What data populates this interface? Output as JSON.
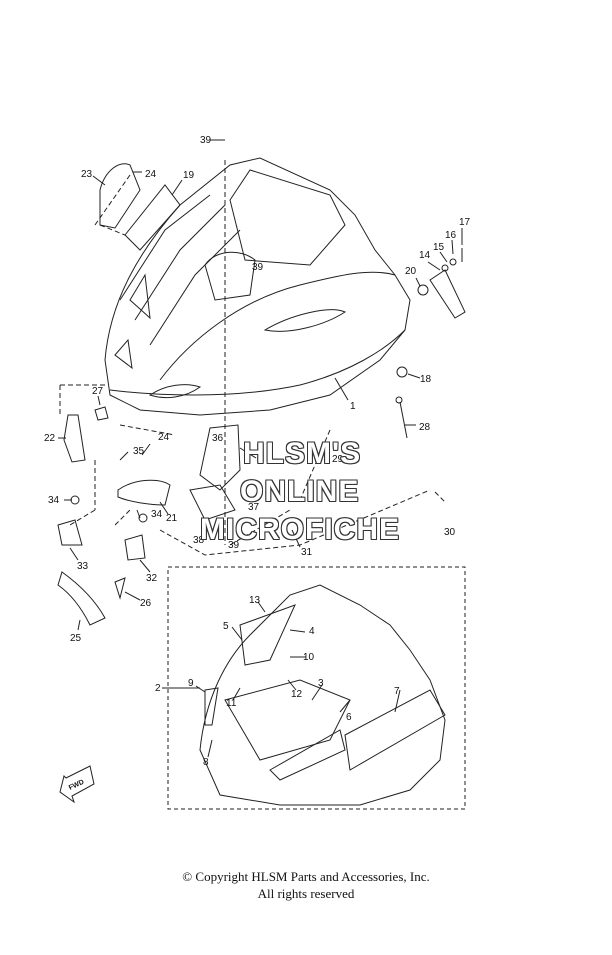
{
  "callouts": [
    {
      "id": "1",
      "text": "1"
    },
    {
      "id": "2",
      "text": "2"
    },
    {
      "id": "3",
      "text": "3"
    },
    {
      "id": "4",
      "text": "4"
    },
    {
      "id": "5",
      "text": "5"
    },
    {
      "id": "6",
      "text": "6"
    },
    {
      "id": "7",
      "text": "7"
    },
    {
      "id": "8",
      "text": "8"
    },
    {
      "id": "9",
      "text": "9"
    },
    {
      "id": "10",
      "text": "10"
    },
    {
      "id": "11",
      "text": "11"
    },
    {
      "id": "12",
      "text": "12"
    },
    {
      "id": "13",
      "text": "13"
    },
    {
      "id": "14",
      "text": "14"
    },
    {
      "id": "15",
      "text": "15"
    },
    {
      "id": "16",
      "text": "16"
    },
    {
      "id": "17",
      "text": "17"
    },
    {
      "id": "18",
      "text": "18"
    },
    {
      "id": "19",
      "text": "19"
    },
    {
      "id": "20",
      "text": "20"
    },
    {
      "id": "21",
      "text": "21"
    },
    {
      "id": "22",
      "text": "22"
    },
    {
      "id": "23",
      "text": "23"
    },
    {
      "id": "24a",
      "text": "24"
    },
    {
      "id": "24b",
      "text": "24"
    },
    {
      "id": "25",
      "text": "25"
    },
    {
      "id": "26",
      "text": "26"
    },
    {
      "id": "27",
      "text": "27"
    },
    {
      "id": "28",
      "text": "28"
    },
    {
      "id": "29",
      "text": "29"
    },
    {
      "id": "30",
      "text": "30"
    },
    {
      "id": "31",
      "text": "31"
    },
    {
      "id": "32",
      "text": "32"
    },
    {
      "id": "33",
      "text": "33"
    },
    {
      "id": "34a",
      "text": "34"
    },
    {
      "id": "34b",
      "text": "34"
    },
    {
      "id": "35",
      "text": "35"
    },
    {
      "id": "36",
      "text": "36"
    },
    {
      "id": "37",
      "text": "37"
    },
    {
      "id": "38",
      "text": "38"
    },
    {
      "id": "39a",
      "text": "39"
    },
    {
      "id": "39b",
      "text": "39"
    },
    {
      "id": "39c",
      "text": "39"
    }
  ],
  "fwd_label": "FWD",
  "watermark": {
    "line1": "HLSM'S",
    "line2": "ONLINE",
    "line3": "MICROFICHE"
  },
  "copyright": {
    "line1": "© Copyright HLSM Parts and Accessories, Inc.",
    "line2": "All rights reserved"
  },
  "colors": {
    "ink": "#222222",
    "watermark_outline": "#333333"
  }
}
